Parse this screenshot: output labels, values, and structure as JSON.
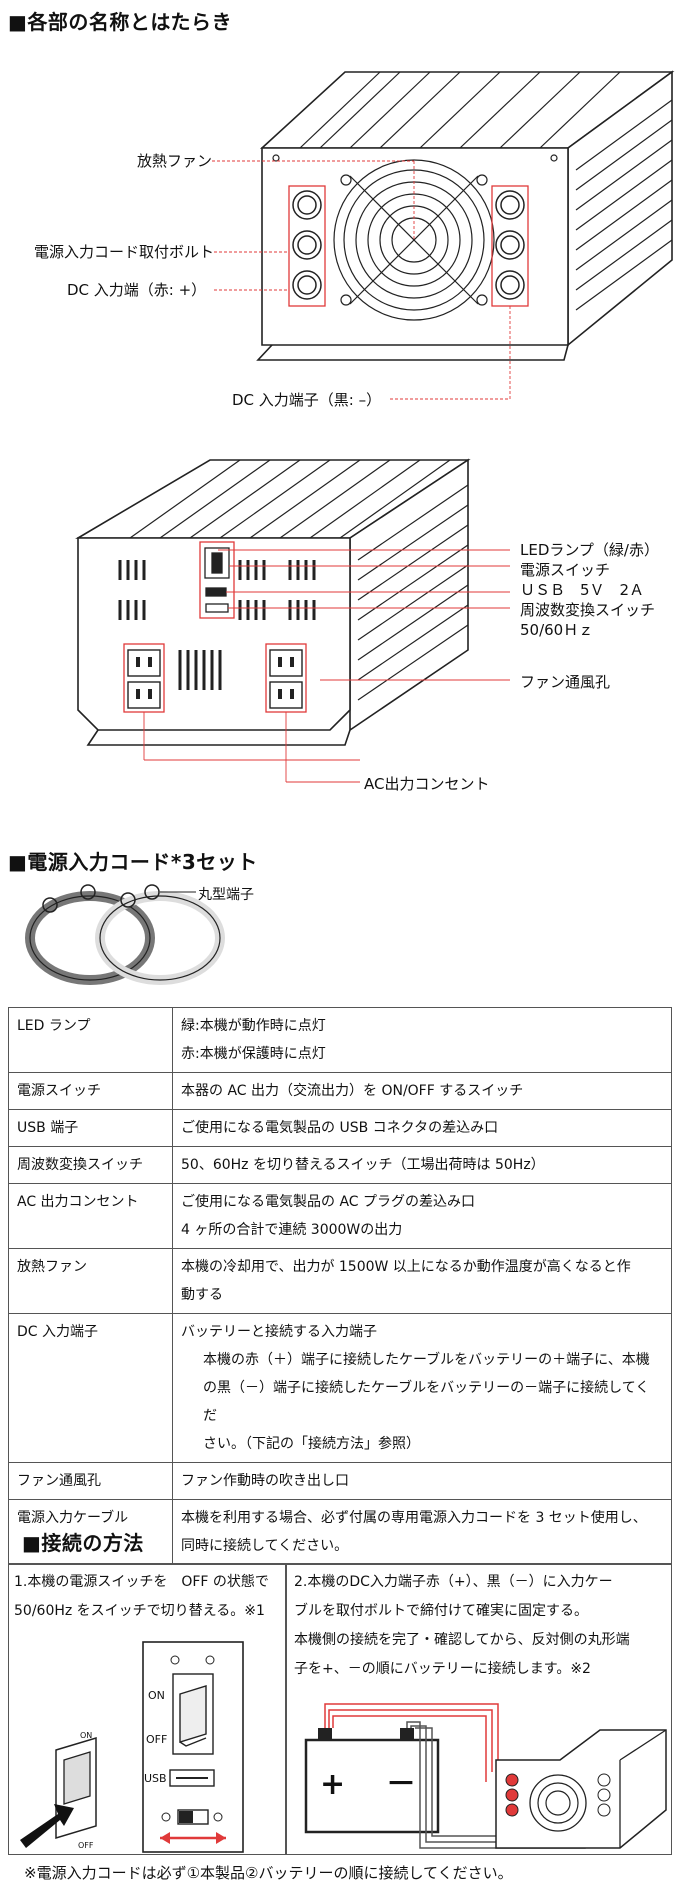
{
  "section1": {
    "title": "■各部の名称とはたらき",
    "top_view_labels": {
      "fan": "放熱ファン",
      "bolt": "電源入力コード取付ボルト",
      "dc_in_red": "DC 入力端（赤: +）",
      "dc_in_black": "DC 入力端子（黒: –）"
    },
    "rear_view_labels": {
      "led": "LEDランプ（緑/赤）",
      "power_switch": "電源スイッチ",
      "usb": "ＵＳＢ　5Ｖ　2Ａ",
      "freq_switch": "周波数変換スイッチ",
      "freq_value": "50/60Ｈｚ",
      "vent": "ファン通風孔",
      "ac_outlet": "AC出力コンセント"
    }
  },
  "section2": {
    "title": "■電源入力コード*3セット",
    "terminal_label": "丸型端子"
  },
  "spec_table": [
    {
      "name": "LED ランプ",
      "lines": [
        "緑:本機が動作時に点灯",
        "赤:本機が保護時に点灯"
      ]
    },
    {
      "name": "電源スイッチ",
      "lines": [
        "本器の AC 出力（交流出力）を ON/OFF するスイッチ"
      ]
    },
    {
      "name": "USB 端子",
      "lines": [
        "ご使用になる電気製品の USB コネクタの差込み口"
      ]
    },
    {
      "name": "周波数変換スイッチ",
      "lines": [
        "50、60Hz を切り替えるスイッチ（工場出荷時は 50Hz）"
      ]
    },
    {
      "name": "AC 出力コンセント",
      "lines": [
        "ご使用になる電気製品の AC プラグの差込み口",
        "4 ヶ所の合計で連続 3000Wの出力"
      ]
    },
    {
      "name": "放熱ファン",
      "lines": [
        "本機の冷却用で、出力が 1500W 以上になるか動作温度が高くなると作",
        "動する"
      ]
    },
    {
      "name": "DC 入力端子",
      "lines": [
        "バッテリーと接続する入力端子",
        "本機の赤（＋）端子に接続したケーブルをバッテリーの＋端子に、本機",
        "の黒（－）端子に接続したケーブルをバッテリーの－端子に接続してくだ",
        "さい。（下記の「接続方法」参照）"
      ]
    },
    {
      "name": "ファン通風孔",
      "lines": [
        "ファン作動時の吹き出し口"
      ]
    },
    {
      "name": "電源入力ケーブル",
      "lines": [
        "本機を利用する場合、必ず付属の専用電源入力コードを 3 セット使用し、",
        "同時に接続してください。"
      ]
    }
  ],
  "section3": {
    "title": "■接続の方法",
    "step1": [
      "1.本機の電源スイッチを　OFF の状態で",
      "50/60Hz をスイッチで切り替える。※1"
    ],
    "step2": [
      "2.本機のDC入力端子赤（+）、黒（－）に入力ケー",
      "ブルを取付ボルトで締付けて確実に固定する。",
      "本機側の接続を完了・確認してから、反対側の丸形端",
      "子を+、－の順にバッテリーに接続します。※2"
    ],
    "panel_labels": {
      "on": "ON",
      "off": "OFF",
      "usb": "USB",
      "switch_on": "ON",
      "switch_off": "OFF"
    },
    "battery_signs": {
      "plus": "+",
      "minus": "－"
    },
    "note": "※電源入力コードは必ず①本製品②バッテリーの順に接続してください。"
  },
  "colors": {
    "accent": "#e03a3a",
    "line": "#222222",
    "border": "#555555"
  }
}
